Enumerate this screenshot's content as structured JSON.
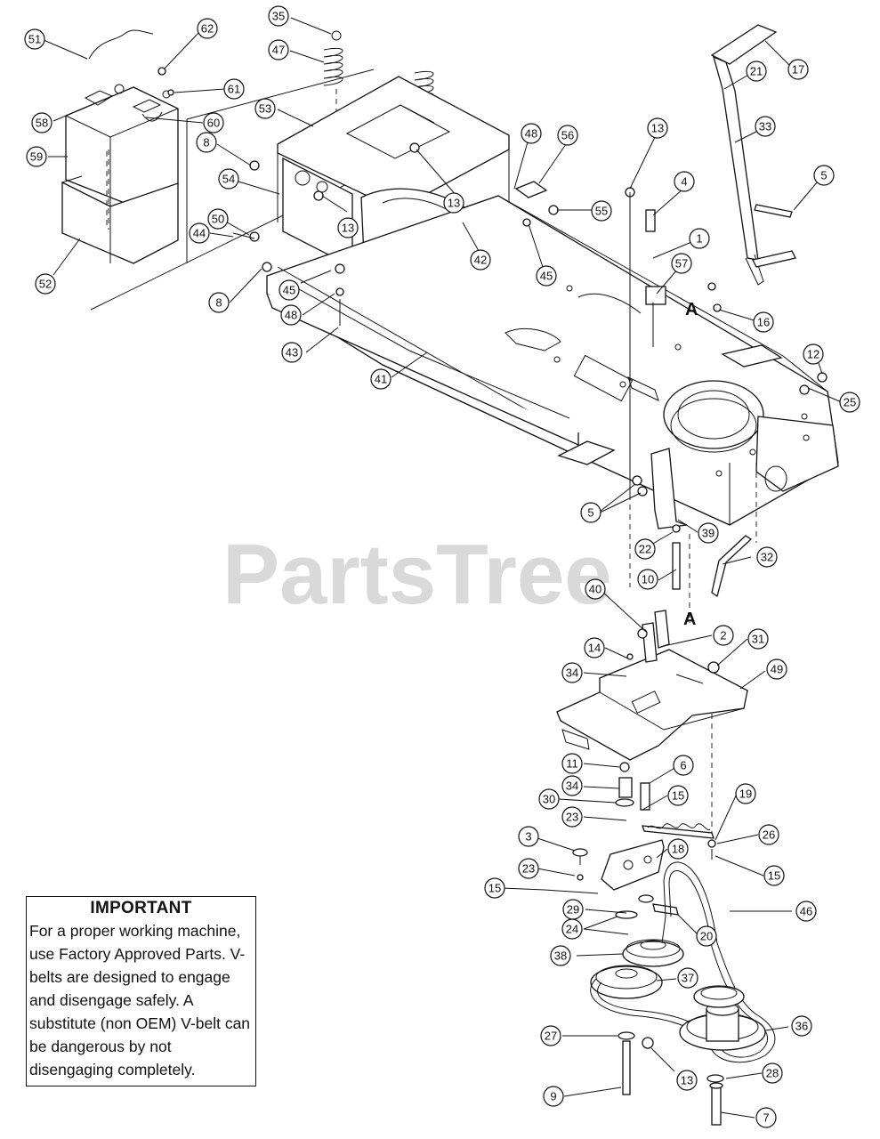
{
  "watermark": {
    "text": "PartsTree",
    "tm": "™"
  },
  "markers": {
    "a_top": "A",
    "a_bottom": "A"
  },
  "notice": {
    "title": "IMPORTANT",
    "body": "For a proper working machine, use Factory Approved Parts. V-belts are designed to engage and disengage safely. A substitute (non OEM) V-belt can be dangerous by not disengaging completely."
  },
  "callouts": [
    "51",
    "62",
    "61",
    "58",
    "60",
    "59",
    "52",
    "35",
    "47",
    "53",
    "8",
    "54",
    "50",
    "44",
    "8",
    "45",
    "48",
    "43",
    "41",
    "13",
    "42",
    "13",
    "48",
    "56",
    "55",
    "45",
    "13",
    "4",
    "1",
    "57",
    "33",
    "21",
    "17",
    "5",
    "16",
    "12",
    "25",
    "5",
    "22",
    "39",
    "10",
    "32",
    "40",
    "2",
    "14",
    "31",
    "34",
    "49",
    "11",
    "6",
    "34",
    "30",
    "15",
    "23",
    "19",
    "26",
    "3",
    "18",
    "15",
    "23",
    "15",
    "46",
    "29",
    "20",
    "24",
    "38",
    "37",
    "36",
    "27",
    "13",
    "28",
    "9",
    "7"
  ],
  "colors": {
    "ink": "#111111",
    "watermark": "#cfcfcf",
    "paper": "#ffffff"
  }
}
